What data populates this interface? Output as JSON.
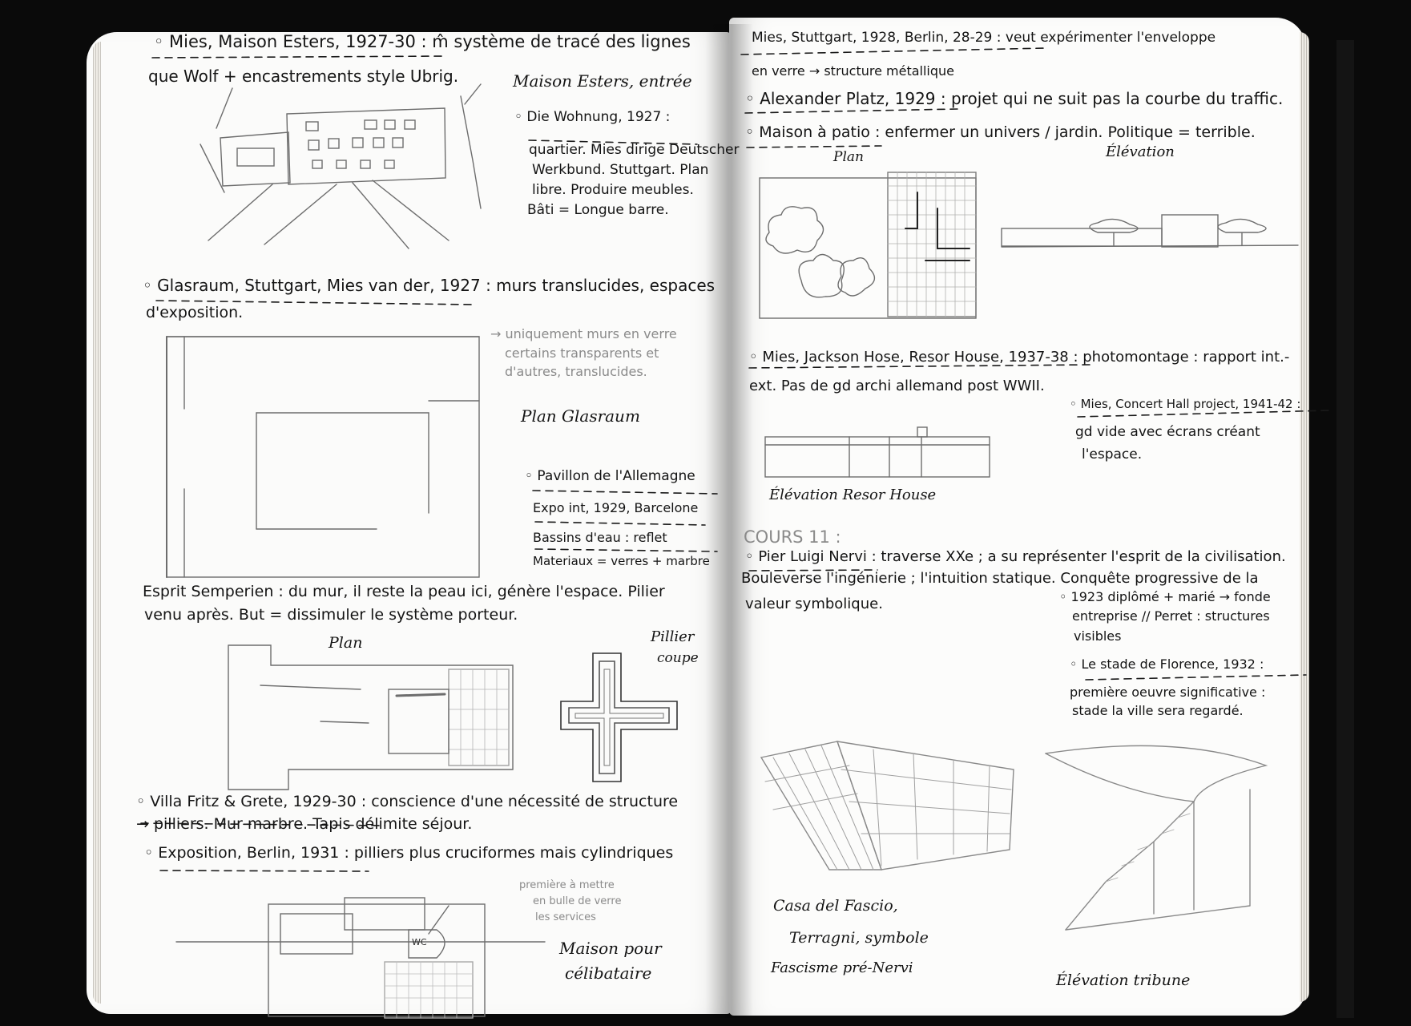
{
  "left_page": {
    "line_01": "◦ Mies, Maison Esters, 1927-30 : m̂ système de tracé des lignes",
    "line_02": "que Wolf + encastrements style Ubrig.",
    "caption_esters": "Maison Esters, entrée",
    "wohnung_1": "◦ Die Wohnung, 1927 :",
    "wohnung_2": "quartier. Mies dirige Deutscher",
    "wohnung_3": "Werkbund. Stuttgart. Plan",
    "wohnung_4": "libre. Produire meubles.",
    "wohnung_5": "Bâti = Longue barre.",
    "glasraum_1": "◦ Glasraum, Stuttgart, Mies van der, 1927 : murs translucides, espaces",
    "glasraum_2": "d'exposition.",
    "glass_note_1": "→ uniquement murs en verre",
    "glass_note_2": "certains transparents et",
    "glass_note_3": "d'autres, translucides.",
    "caption_glasraum": "Plan Glasraum",
    "pavillon_1": "◦ Pavillon de l'Allemagne",
    "pavillon_2": "Expo int, 1929, Barcelone",
    "pavillon_3": "Bassins d'eau : reflet",
    "pavillon_4": "Materiaux = verres + marbre",
    "semper_1": "Esprit Semperien : du mur, il reste la peau ici, génère l'espace. Pilier",
    "semper_2": "venu après. But = dissimuler le système porteur.",
    "caption_plan": "Plan",
    "caption_pillier_1": "Pillier",
    "caption_pillier_2": "coupe",
    "villa_1": "◦ Villa Fritz & Grete, 1929-30 : conscience d'une nécessité de structure",
    "villa_2": "→ pilliers. Mur marbre. Tapis délimite séjour.",
    "expo_1": "◦ Exposition, Berlin, 1931 : pilliers plus cruciformes mais cylindriques",
    "expo_note_1": "première à mettre",
    "expo_note_2": "en bulle de verre",
    "expo_note_3": "les services",
    "wc_label": "WC",
    "caption_maison_1": "Maison pour",
    "caption_maison_2": "célibataire"
  },
  "right_page": {
    "line_01": "Mies, Stuttgart, 1928, Berlin, 28-29 : veut expérimenter l'enveloppe",
    "line_02": "en verre → structure métallique",
    "line_03": "◦ Alexander Platz, 1929 : projet qui ne suit pas la courbe du traffic.",
    "line_04": "◦ Maison à patio : enfermer un univers / jardin. Politique = terrible.",
    "caption_plan": "Plan",
    "caption_elevation": "Élévation",
    "line_05": "◦ Mies, Jackson Hose, Resor House, 1937-38 : photomontage : rapport int.-",
    "line_06": "ext. Pas de gd archi allemand post WWII.",
    "concert_1": "◦ Mies, Concert Hall project, 1941-42 :",
    "concert_2": "gd vide avec écrans créant",
    "concert_3": "l'espace.",
    "caption_resor": "Élévation Resor House",
    "cours": "COURS 11 :",
    "nervi_1": "◦ Pier Luigi Nervi : traverse XXe ; a su représenter l'esprit de la civilisation.",
    "nervi_2": "Bouleverse l'ingénierie ; l'intuition statique. Conquête progressive de la",
    "nervi_3": "valeur symbolique.",
    "n1923_1": "◦ 1923 diplômé + marié → fonde",
    "n1923_2": "entreprise // Perret : structures",
    "n1923_3": "visibles",
    "stade_1": "◦ Le stade de Florence, 1932 :",
    "stade_2": "première oeuvre significative :",
    "stade_3": "stade la ville sera regardé.",
    "caption_casa_1": "Casa del Fascio,",
    "caption_casa_2": "Terragni, symbole",
    "caption_casa_3": "Fascisme pré-Nervi",
    "caption_tribune": "Élévation tribune"
  }
}
